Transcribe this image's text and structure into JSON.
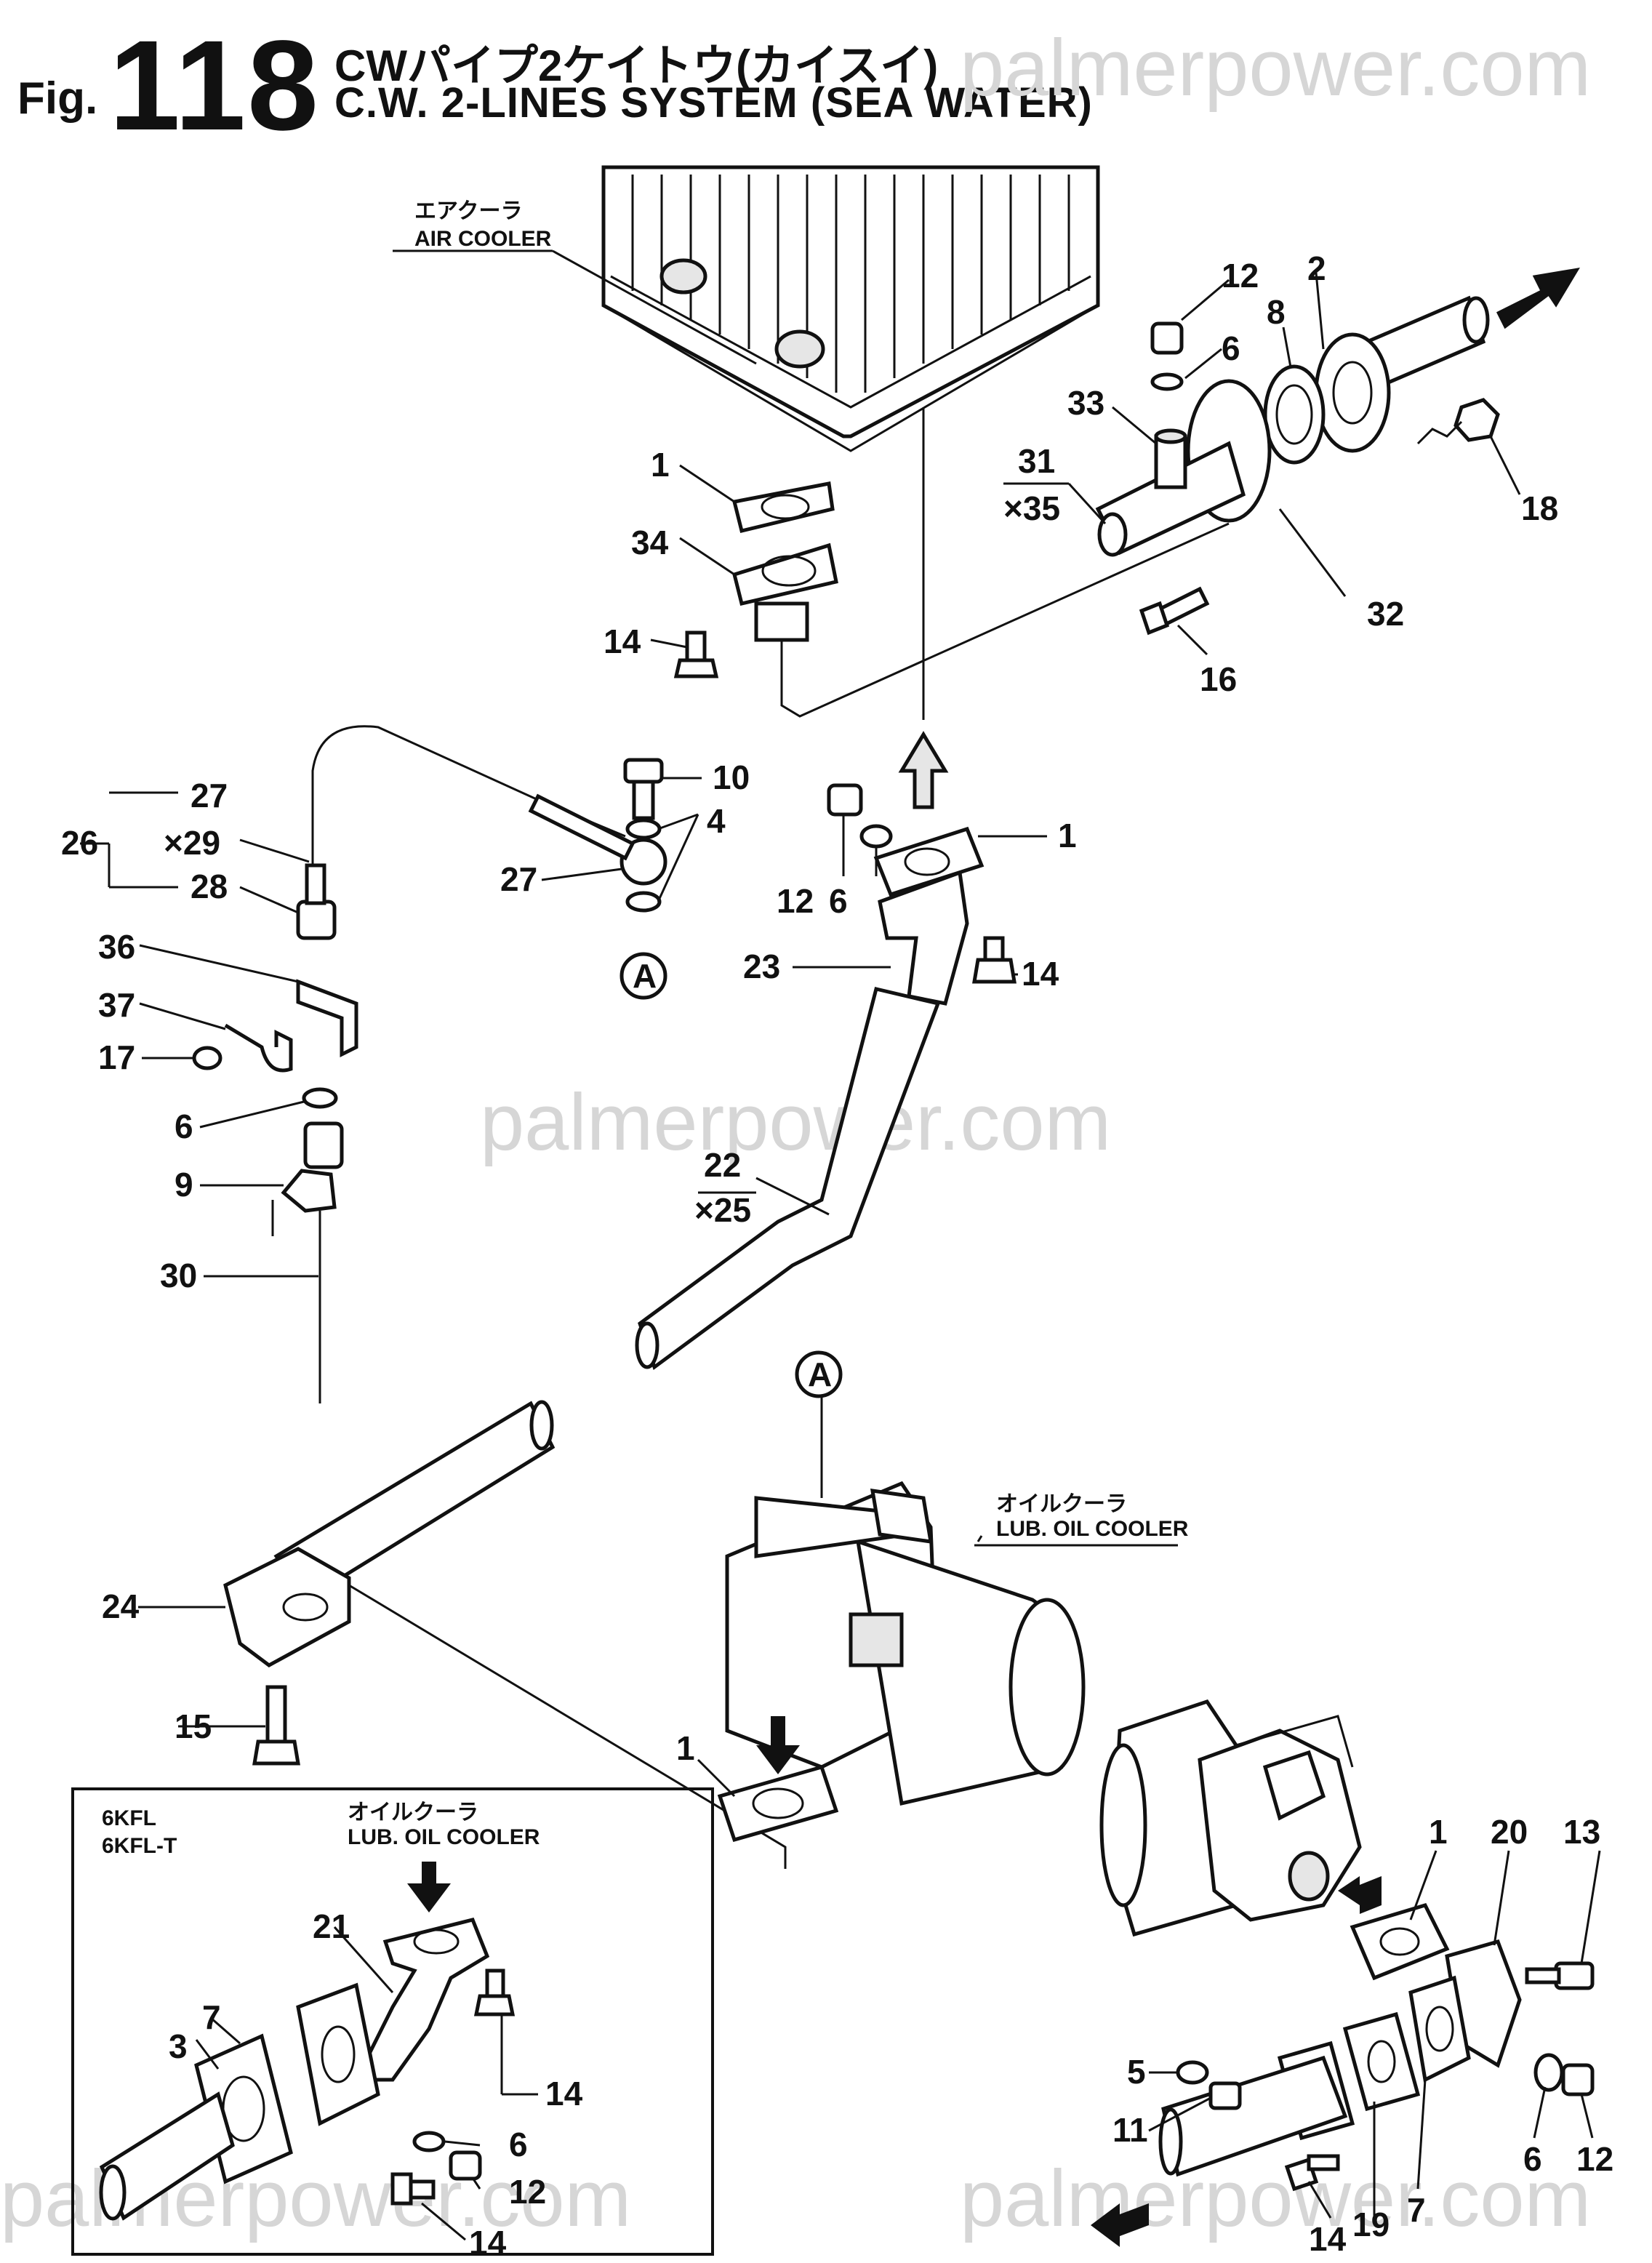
{
  "header": {
    "fig_prefix": "Fig.",
    "fig_number": "118",
    "title_jp": "CWパイプ2ケイトウ(カイスイ)",
    "title_en": "C.W. 2-LINES SYSTEM  (SEA WATER)"
  },
  "watermark": "palmerpower.com",
  "assemblies": {
    "air_cooler_jp": "エアクーラ",
    "air_cooler_en": "AIR COOLER",
    "oil_cooler_jp": "オイルクーラ",
    "oil_cooler_en": "LUB. OIL COOLER",
    "inset_models": [
      "6KFL",
      "6KFL-T"
    ],
    "inset_cooler_jp": "オイルクーラ",
    "inset_cooler_en": "LUB. OIL COOLER",
    "ref_mark": "A"
  },
  "callouts": {
    "c1a": "1",
    "c34": "34",
    "c14a": "14",
    "c12a": "12",
    "c2": "2",
    "c8": "8",
    "c6a": "6",
    "c33": "33",
    "c31": "31",
    "c35": "×35",
    "c18": "18",
    "c32": "32",
    "c16": "16",
    "c10": "10",
    "c4": "4",
    "c27a": "27",
    "c27b": "27",
    "c26": "26",
    "c29": "×29",
    "c28": "28",
    "c36": "36",
    "c37": "37",
    "c17": "17",
    "c6b": "6",
    "c9": "9",
    "c30": "30",
    "c12b": "12",
    "c6c": "6",
    "c1b": "1",
    "c23": "23",
    "c14b": "14",
    "c22": "22",
    "c25": "×25",
    "c24": "24",
    "c15": "15",
    "c1c": "1",
    "c3": "3",
    "c7a": "7",
    "c21": "21",
    "c14c": "14",
    "c6d": "6",
    "c12c": "12",
    "c14d": "14",
    "c1d": "1",
    "c20": "20",
    "c13": "13",
    "c5": "5",
    "c11": "11",
    "c14e": "14",
    "c19": "19",
    "c7b": "7",
    "c6e": "6",
    "c12d": "12"
  }
}
